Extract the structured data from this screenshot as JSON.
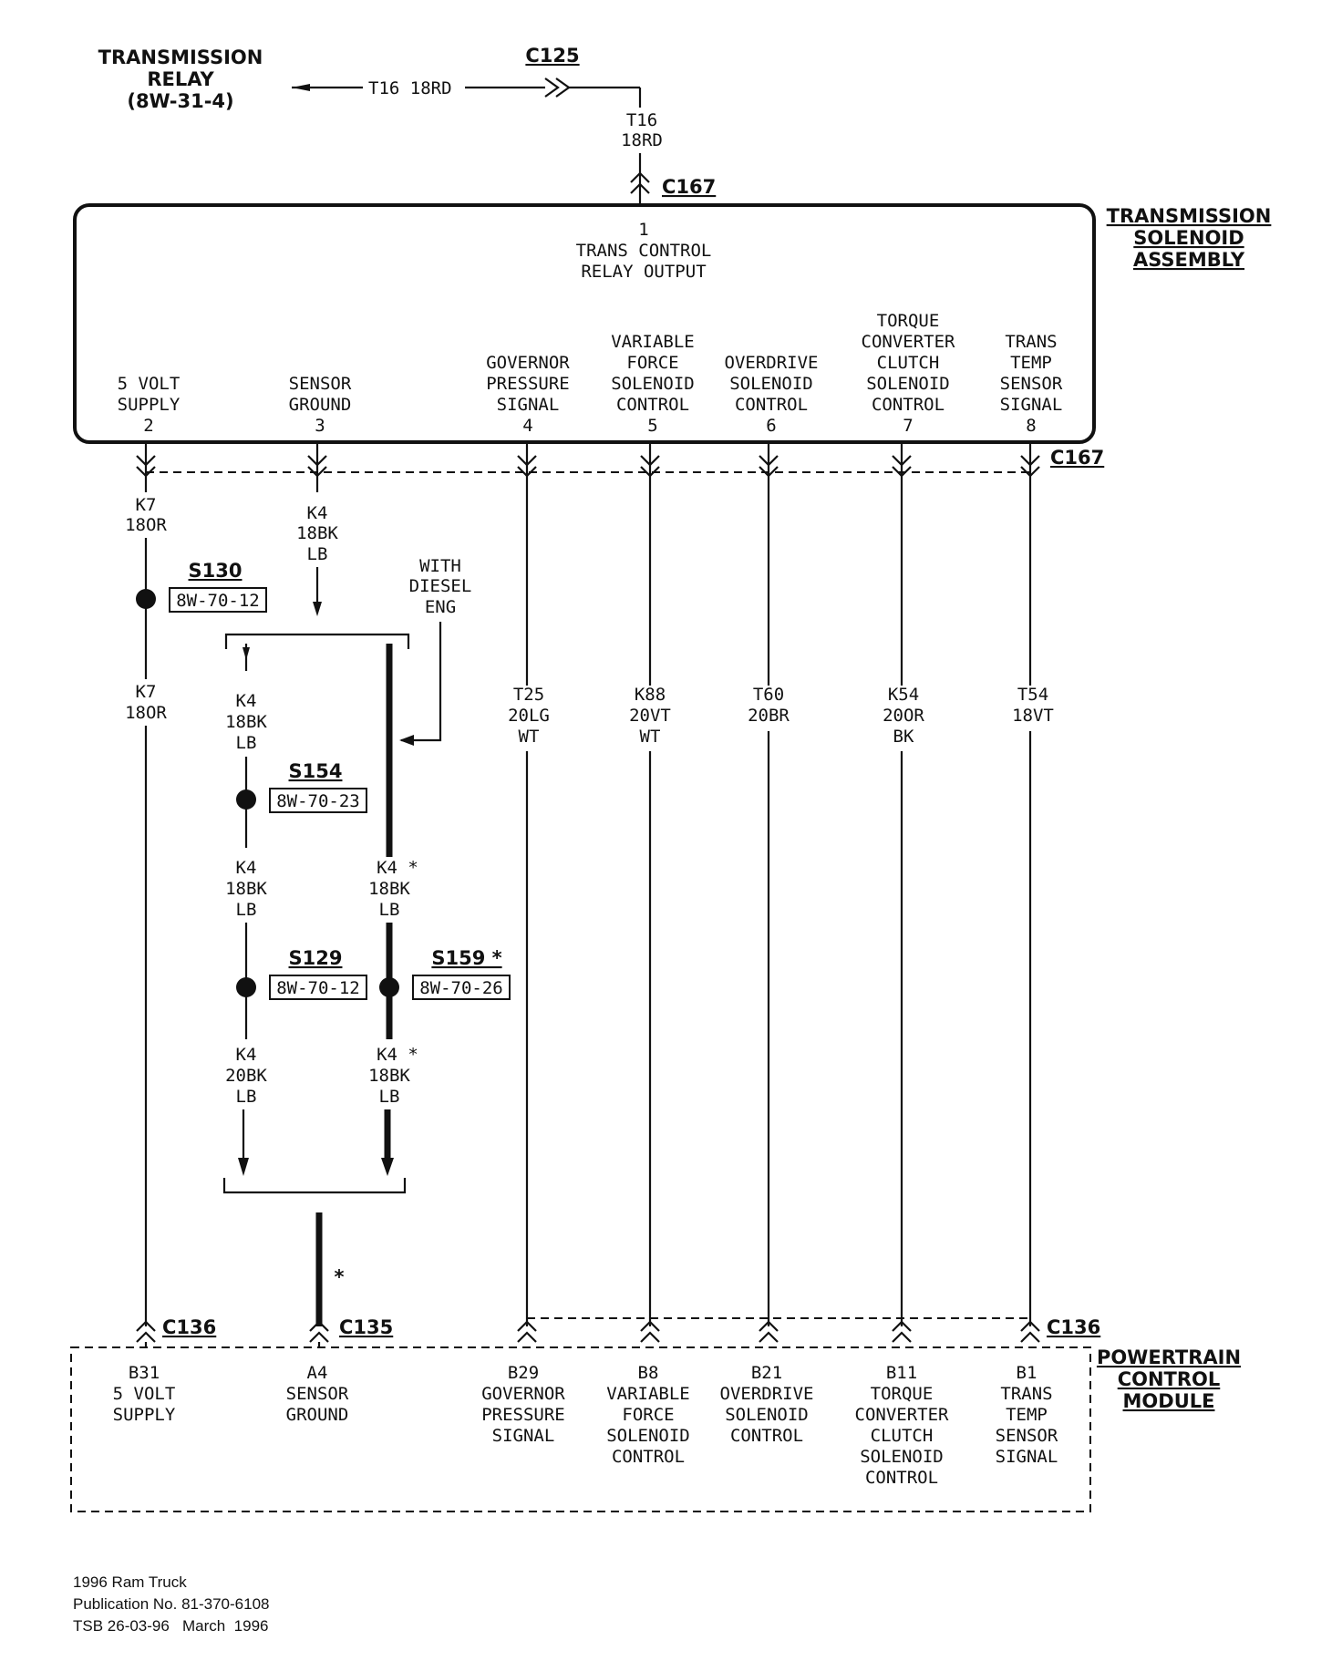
{
  "relay": {
    "l1": "TRANSMISSION",
    "l2": "RELAY",
    "l3": "(8W-31-4)"
  },
  "top_wire": {
    "label": "T16 18RD",
    "c125": "C125",
    "v1": "T16",
    "v2": "18RD",
    "c167": "C167"
  },
  "solenoid_assembly": {
    "title": [
      "TRANSMISSION",
      "SOLENOID",
      "ASSEMBLY"
    ],
    "pin1": [
      "1",
      "TRANS CONTROL",
      "RELAY OUTPUT"
    ],
    "pins": [
      {
        "lines": [
          "5 VOLT",
          "SUPPLY",
          "2"
        ]
      },
      {
        "lines": [
          "SENSOR",
          "GROUND",
          "3"
        ]
      },
      {
        "lines": [
          "GOVERNOR",
          "PRESSURE",
          "SIGNAL",
          "4"
        ]
      },
      {
        "lines": [
          "VARIABLE",
          "FORCE",
          "SOLENOID",
          "CONTROL",
          "5"
        ]
      },
      {
        "lines": [
          "OVERDRIVE",
          "SOLENOID",
          "CONTROL",
          "6"
        ]
      },
      {
        "lines": [
          "TORQUE",
          "CONVERTER",
          "CLUTCH",
          "SOLENOID",
          "CONTROL",
          "7"
        ]
      },
      {
        "lines": [
          "TRANS",
          "TEMP",
          "SENSOR",
          "SIGNAL",
          "8"
        ]
      }
    ],
    "connector": "C167"
  },
  "wires": {
    "k7a": [
      "K7",
      "18OR"
    ],
    "k7b": [
      "K7",
      "18OR"
    ],
    "k4a": [
      "K4",
      "18BK",
      "LB"
    ],
    "with_diesel": [
      "WITH",
      "DIESEL",
      "ENG"
    ],
    "k4b": [
      "K4",
      "18BK",
      "LB"
    ],
    "k4c": [
      "K4",
      "18BK",
      "LB"
    ],
    "k4d": [
      "K4 *",
      "18BK",
      "LB"
    ],
    "k4e": [
      "K4",
      "20BK",
      "LB"
    ],
    "k4f": [
      "K4 *",
      "18BK",
      "LB"
    ],
    "t25": [
      "T25",
      "20LG",
      "WT"
    ],
    "k88": [
      "K88",
      "20VT",
      "WT"
    ],
    "t60": [
      "T60",
      "20BR"
    ],
    "k54": [
      "K54",
      "20OR",
      "BK"
    ],
    "t54": [
      "T54",
      "18VT"
    ]
  },
  "splices": {
    "s130": {
      "name": "S130",
      "ref": "8W-70-12"
    },
    "s154": {
      "name": "S154",
      "ref": "8W-70-23"
    },
    "s129": {
      "name": "S129",
      "ref": "8W-70-12"
    },
    "s159": {
      "name": "S159 *",
      "ref": "8W-70-26"
    }
  },
  "star": "*",
  "pcm": {
    "title": [
      "POWERTRAIN",
      "CONTROL",
      "MODULE"
    ],
    "c136": "C136",
    "c135": "C135",
    "pins": [
      {
        "lines": [
          "B31",
          "5 VOLT",
          "SUPPLY"
        ]
      },
      {
        "lines": [
          "A4",
          "SENSOR",
          "GROUND"
        ]
      },
      {
        "lines": [
          "B29",
          "GOVERNOR",
          "PRESSURE",
          "SIGNAL"
        ]
      },
      {
        "lines": [
          "B8",
          "VARIABLE",
          "FORCE",
          "SOLENOID",
          "CONTROL"
        ]
      },
      {
        "lines": [
          "B21",
          "OVERDRIVE",
          "SOLENOID",
          "CONTROL"
        ]
      },
      {
        "lines": [
          "B11",
          "TORQUE",
          "CONVERTER",
          "CLUTCH",
          "SOLENOID",
          "CONTROL"
        ]
      },
      {
        "lines": [
          "B1",
          "TRANS",
          "TEMP",
          "SENSOR",
          "SIGNAL"
        ]
      }
    ]
  },
  "footer": [
    "1996 Ram Truck",
    "Publication No. 81-370-6108",
    "TSB 26-03-96   March  1996"
  ]
}
